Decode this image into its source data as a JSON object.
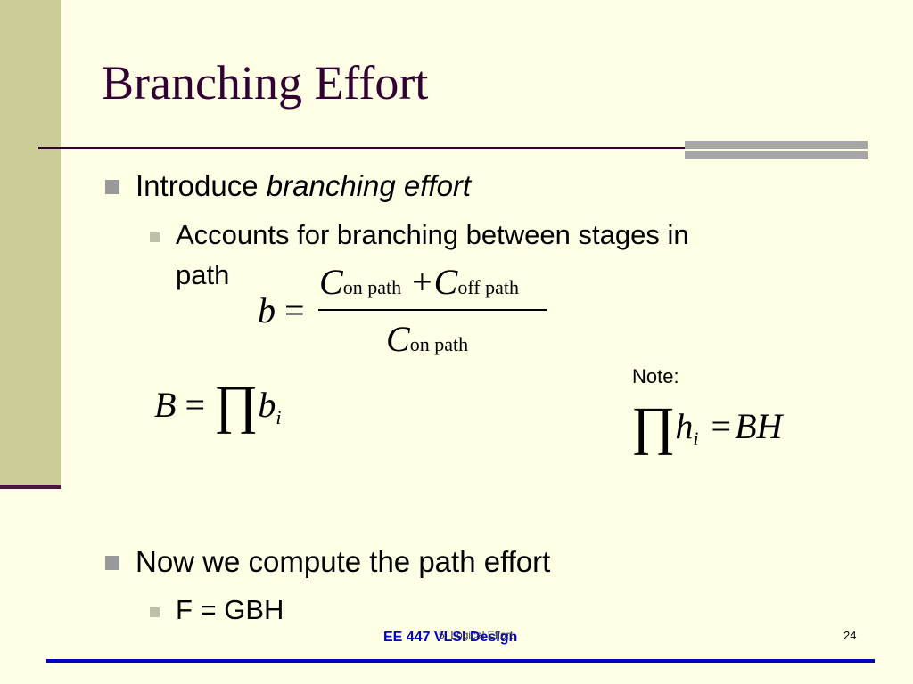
{
  "slide": {
    "title": "Branching Effort",
    "bullets": {
      "b1_plain": "Introduce ",
      "b1_italic": "branching effort",
      "b1_sub_line1": "Accounts for branching between stages in",
      "b1_sub_line2": "path",
      "b2": "Now we compute the path effort",
      "b2_sub": "F = GBH"
    },
    "equations": {
      "b_lhs": "b",
      "eq": "=",
      "C": "C",
      "plus": "+",
      "on_path": "on path",
      "off_path": "off path",
      "B": "B",
      "prod": "∏",
      "b": "b",
      "i": "i",
      "h": "h",
      "BH": "BH"
    },
    "note_label": "Note:",
    "footer": {
      "course": "EE 447 VLSI Design",
      "overlay": "5: Logical Effort",
      "page": "24"
    }
  },
  "colors": {
    "background": "#ffffe6",
    "title": "#330033",
    "sidebar": "#cccc99",
    "footer": "#0000cc"
  }
}
